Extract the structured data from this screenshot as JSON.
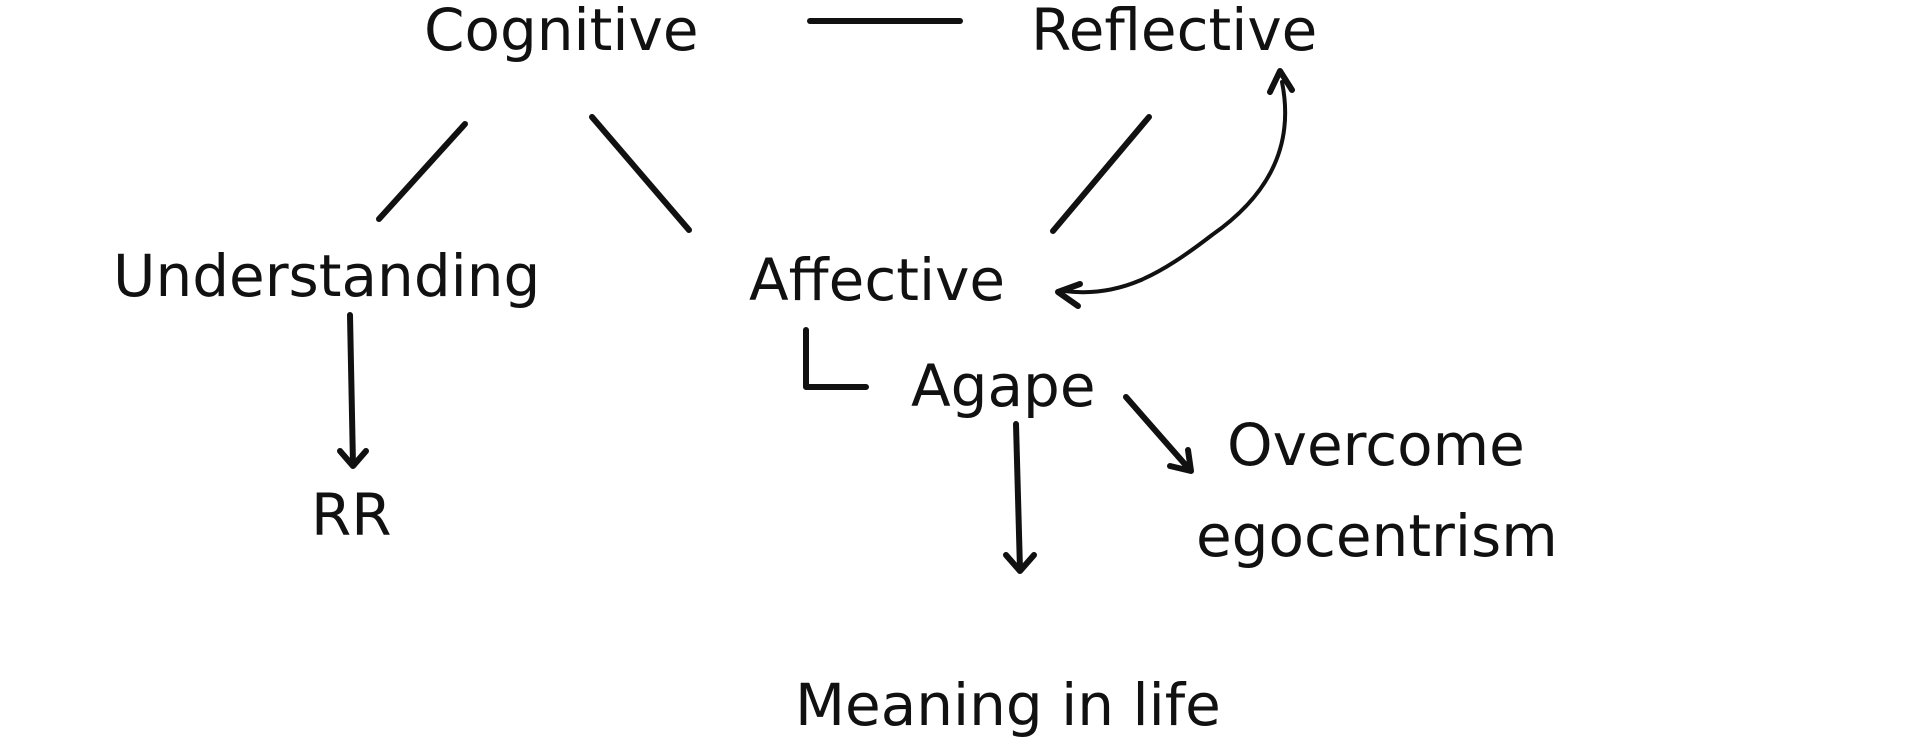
{
  "nodes": {
    "cognitive": "Cognitive",
    "reflective": "Reflective",
    "understanding": "Understanding",
    "affective": "Affective",
    "agape": "Agape",
    "rr": "RR",
    "overcome_line1": "Overcome",
    "overcome_line2": "egocentrism",
    "meaning": "Meaning in life"
  },
  "colors": {
    "ink": "#111111",
    "background": "#ffffff"
  }
}
